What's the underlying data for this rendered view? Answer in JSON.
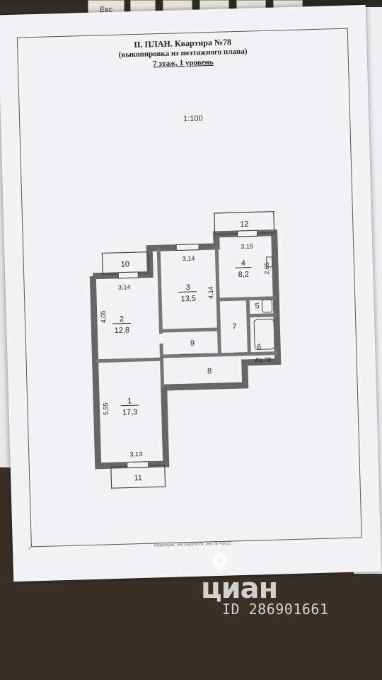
{
  "keyboard": {
    "esc_label": "Esc"
  },
  "document": {
    "title": "II. ПЛАН. Квартира №78",
    "subtitle": "(выкопировка из поэтажного плана)",
    "floor": "7 этаж, 1 уровень",
    "scale": "1:100",
    "page_number": "2",
    "footer": "Квартира, 5001/КД/0078, инв.№ 43922"
  },
  "plan": {
    "apartment_label": "Кв.78",
    "rooms": [
      {
        "number": "1",
        "area": "17,3"
      },
      {
        "number": "2",
        "area": "12,8"
      },
      {
        "number": "3",
        "area": "13,5"
      },
      {
        "number": "4",
        "area": "8,2"
      },
      {
        "number": "5",
        "area": ""
      },
      {
        "number": "6",
        "area": ""
      },
      {
        "number": "7",
        "area": ""
      },
      {
        "number": "8",
        "area": ""
      },
      {
        "number": "9",
        "area": ""
      },
      {
        "number": "10",
        "area": ""
      },
      {
        "number": "11",
        "area": ""
      },
      {
        "number": "12",
        "area": ""
      }
    ],
    "dimensions": {
      "room3_width": "3,14",
      "room2_width": "3,14",
      "room4_width": "3,15",
      "room4_depth": "2,65",
      "room3_depth": "4,14",
      "room2_depth": "4,05",
      "room1_depth": "5,55",
      "room1_width": "3,13"
    }
  },
  "watermark": {
    "brand": "циан",
    "listing_id": "ID 286901661"
  },
  "colors": {
    "paper": "#f3f3f5",
    "wall": "#7a7a7a",
    "line": "#444444",
    "watermark": "#ffffff"
  }
}
